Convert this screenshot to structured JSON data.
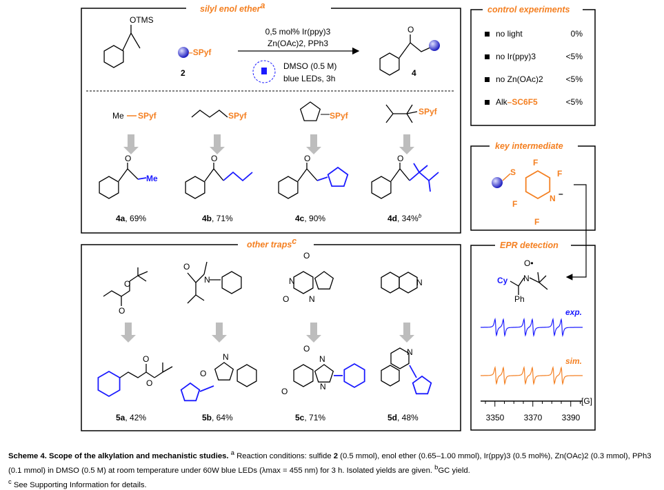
{
  "atoms": {
    "O": "O",
    "N": "N",
    "S": "S",
    "F": "F",
    "Me": "Me",
    "Cy": "Cy",
    "Ph": "Ph"
  },
  "silyl": {
    "title": "silyl enol ether",
    "title_sup": "a",
    "otms": "OTMS",
    "spyf": "SPyf",
    "reagent_num": "2",
    "product_num": "4",
    "cond1": "0,5 mol% Ir(ppy)3",
    "cond2": "Zn(OAc)2, PPh3",
    "cond3": "DMSO (0.5 M)",
    "cond4": "blue LEDs, 3h",
    "substrate_prefix_me": "Me",
    "products": [
      {
        "id": "4a",
        "yield": ", 69%"
      },
      {
        "id": "4b",
        "yield": ", 71%"
      },
      {
        "id": "4c",
        "yield": ", 90%"
      },
      {
        "id": "4d",
        "yield": ", 34%",
        "sup": "b"
      }
    ]
  },
  "traps": {
    "title": "other traps",
    "title_sup": "c",
    "products": [
      {
        "id": "5a",
        "yield": ", 42%"
      },
      {
        "id": "5b",
        "yield": ", 64%"
      },
      {
        "id": "5c",
        "yield": ", 71%"
      },
      {
        "id": "5d",
        "yield": ", 48%"
      }
    ]
  },
  "control": {
    "title": "control experiments",
    "items": [
      {
        "label": "no light",
        "value": "0%"
      },
      {
        "label": "no Ir(ppy)3",
        "value": "<5%"
      },
      {
        "label": "no Zn(OAc)2",
        "value": "<5%"
      },
      {
        "label": "Alk",
        "label_orange": "–SC6F5",
        "value": "<5%"
      }
    ]
  },
  "key": {
    "title": "key intermediate",
    "charge": "–"
  },
  "epr": {
    "title": "EPR detection",
    "exp": "exp.",
    "sim": "sim.",
    "unit": "[G]",
    "ticks": [
      "3350",
      "3370",
      "3390"
    ]
  },
  "caption": {
    "bold": "Scheme 4. Scope of the alkylation and mechanistic studies.",
    "sup_a": "a",
    "text1": " Reaction conditions: sulfide ",
    "b2": "2",
    "text2": " (0.5 mmol), enol ether (0.65–1.00 mmol), Ir(ppy)3 (0.5 mol%), Zn(OAc)2 (0.3 mmol), PPh3 (0.1 mmol) in DMSO (0.5 M) at room temperature under 60W blue LEDs (λmax = 455 nm) for 3 h. Isolated yields are given. ",
    "sup_b": "b",
    "text3": "GC yield.",
    "sup_c": "c",
    "text4": " See Supporting Information for details."
  },
  "colors": {
    "orange": "#f47f20",
    "blue": "#1a1aff",
    "arrow": "#bdbdbd"
  }
}
